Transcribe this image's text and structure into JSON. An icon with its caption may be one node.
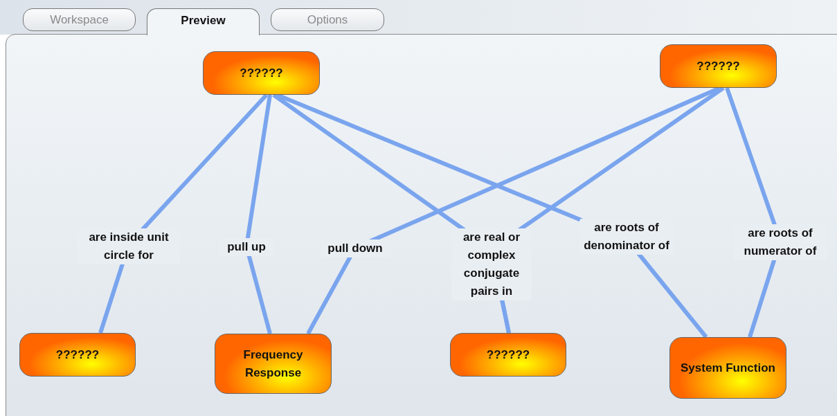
{
  "diagram": {
    "nodes": [
      {
        "text": [
          "??????"
        ]
      },
      {
        "text": [
          "??????"
        ]
      },
      {
        "text": [
          "??????"
        ]
      },
      {
        "text": [
          "Frequency Response"
        ]
      },
      {
        "text": [
          "??????"
        ]
      },
      {
        "text": [
          "System Function"
        ]
      }
    ],
    "edges": [
      {
        "from": 0,
        "to": 2,
        "arrow": "none",
        "label": "are inside unit circle for"
      },
      {
        "from": 0,
        "to": 3,
        "arrow": "none",
        "label": "pull up"
      },
      {
        "from": 1,
        "to": 3,
        "arrow": "none",
        "label": "pull down"
      },
      {
        "from": 0,
        "to": 4,
        "arrow": "none",
        "label": "are real or complex conjugate pairs in"
      },
      {
        "from": 1,
        "to": 4,
        "arrow": "none"
      },
      {
        "from": 0,
        "to": 5,
        "arrow": "none",
        "label": "are roots of denominator of"
      },
      {
        "from": 1,
        "to": 5,
        "arrow": "none",
        "label": "are roots of numerator of"
      }
    ],
    "labels": [
      "Workspace",
      "Preview",
      "Options"
    ]
  }
}
